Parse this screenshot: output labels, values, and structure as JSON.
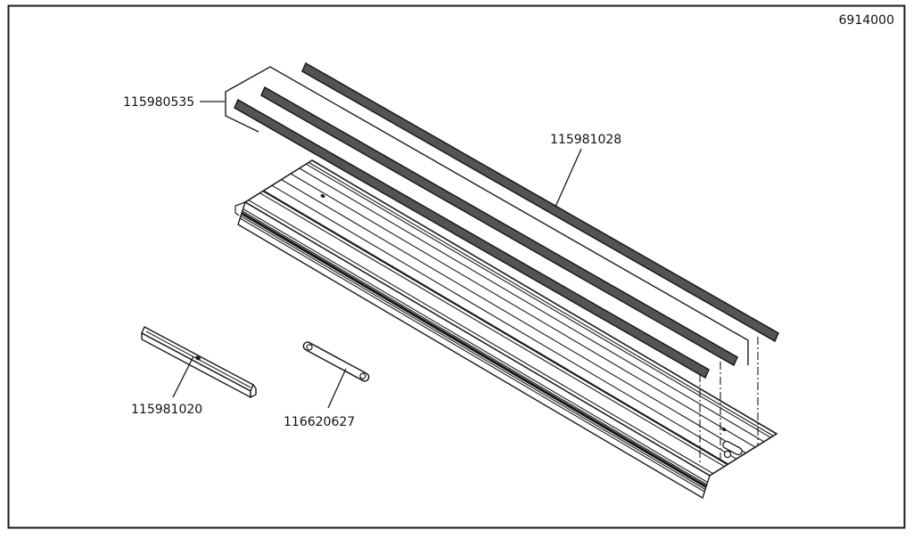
{
  "page": {
    "background": "#ffffff"
  },
  "frame": {
    "doc_number": "6914000",
    "border_color": "#1a1a1a"
  },
  "colors": {
    "line": "#1a1a1a",
    "strip_fill": "#545454",
    "white": "#ffffff"
  },
  "parts": [
    {
      "number": "115980535"
    },
    {
      "number": "115981028"
    },
    {
      "number": "115981020"
    },
    {
      "number": "116620627"
    }
  ]
}
